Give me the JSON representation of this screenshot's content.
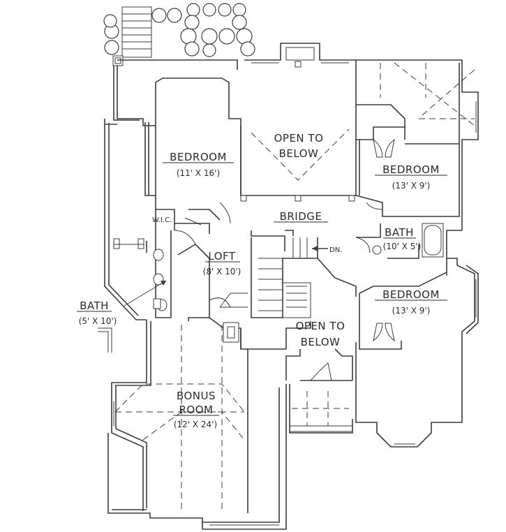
{
  "rooms": {
    "open_to_below_top": {
      "line1": "OPEN TO",
      "line2": "BELOW"
    },
    "bedroom_left": {
      "name": "BEDROOM",
      "size": "(11' X 16')"
    },
    "bedroom_right_top": {
      "name": "BEDROOM",
      "size": "(13' X 9')"
    },
    "bridge": {
      "name": "BRIDGE"
    },
    "wic": {
      "name": "W.I.C."
    },
    "bath_right": {
      "name": "BATH",
      "size": "(10' X 5')"
    },
    "loft": {
      "name": "LOFT",
      "size": "(8' X 10')"
    },
    "stair_dn": {
      "label": "DN."
    },
    "bath_left": {
      "name": "BATH",
      "size": "(5' X 10')"
    },
    "bedroom_right_mid": {
      "name": "BEDROOM",
      "size": "(13' X 9')"
    },
    "open_to_below_mid": {
      "line1": "OPEN TO",
      "line2": "BELOW"
    },
    "bonus_room": {
      "line1": "BONUS",
      "line2": "ROOM",
      "size": "(12' X 24')"
    }
  }
}
